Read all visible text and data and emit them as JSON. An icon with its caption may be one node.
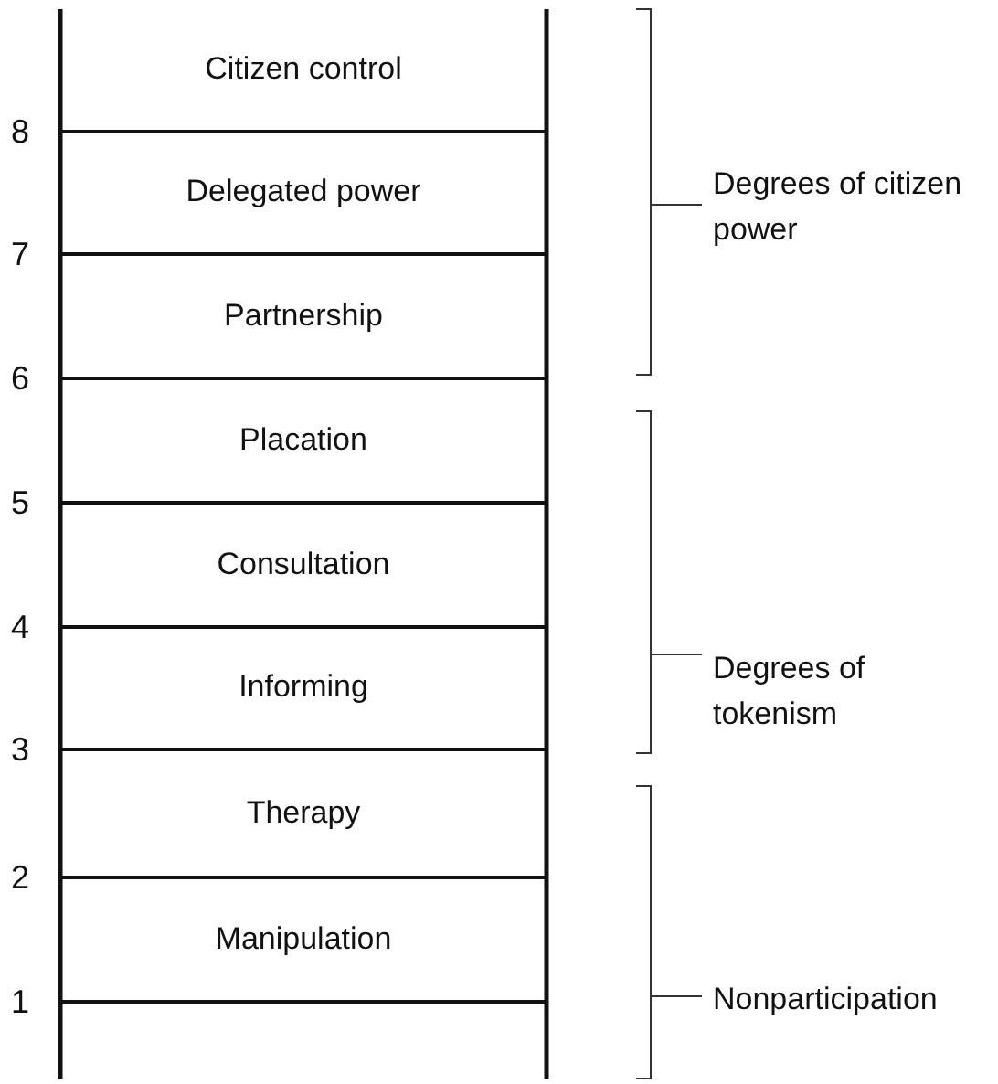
{
  "diagram": {
    "nodes": [
      {
        "text": [
          "Citizen control"
        ]
      },
      {
        "text": [
          "Delegated power"
        ]
      },
      {
        "text": [
          "Partnership"
        ]
      },
      {
        "text": [
          "Placation"
        ]
      },
      {
        "text": [
          "Consultation"
        ]
      },
      {
        "text": [
          "Informing"
        ]
      },
      {
        "text": [
          "Therapy"
        ]
      },
      {
        "text": [
          "Manipulation"
        ]
      }
    ],
    "edges": [],
    "labels": [
      "8",
      "7",
      "6",
      "5",
      "4",
      "3",
      "2",
      "1",
      "Degrees of citizen power",
      "Degrees of tokenism",
      "Nonparticipation"
    ]
  }
}
